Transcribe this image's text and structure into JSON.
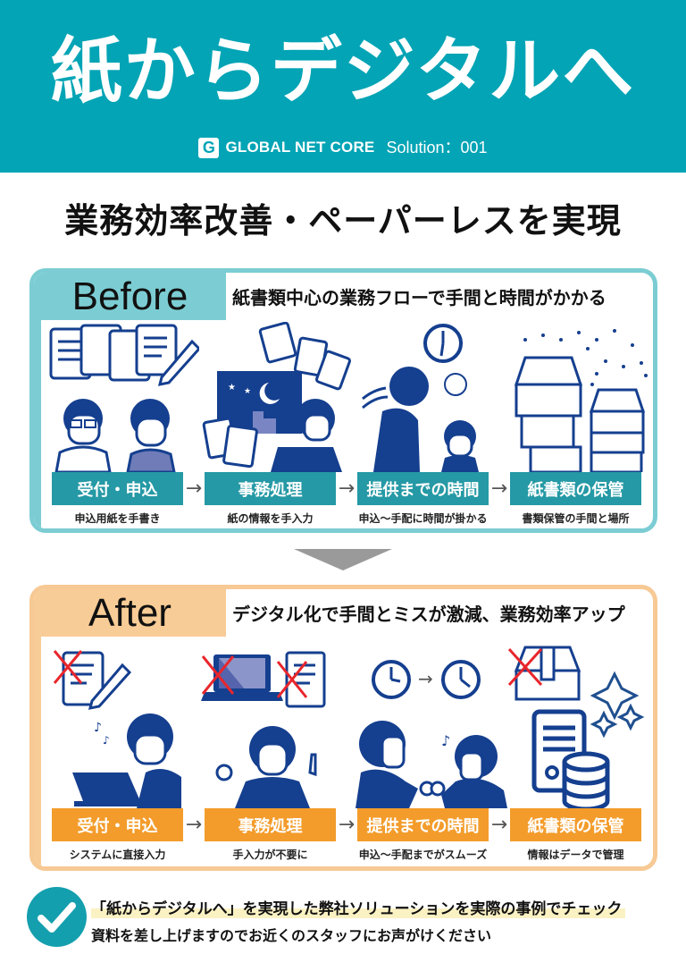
{
  "header": {
    "title": "紙からデジタルへ",
    "logo_letter": "G",
    "brand_name": "GLOBAL NET CORE",
    "solution_label": "Solution：001",
    "background_color": "#02a4b5"
  },
  "subtitle": "業務効率改善・ペーパーレスを実現",
  "before": {
    "tab_label": "Before",
    "tagline": "紙書類中心の業務フローで手間と時間がかかる",
    "accent_color": "#7ccdd3",
    "step_color": "#2599a5",
    "steps": [
      {
        "label": "受付・申込",
        "description": "申込用紙を手書き",
        "illustration": "paper-forms-and-confused-customer-icon"
      },
      {
        "label": "事務処理",
        "description": "紙の情報を手入力",
        "illustration": "overtime-night-clerical-work-icon"
      },
      {
        "label": "提供までの時間",
        "description": "申込～手配に時間が掛かる",
        "illustration": "waiting-clock-apology-icon"
      },
      {
        "label": "紙書類の保管",
        "description": "書類保管の手間と場所",
        "illustration": "stacked-document-boxes-icon"
      }
    ],
    "arrow": "→"
  },
  "after": {
    "tab_label": "After",
    "tagline": "デジタル化で手間とミスが激減、業務効率アップ",
    "accent_color": "#f8cc96",
    "step_color": "#f39c2b",
    "steps": [
      {
        "label": "受付・申込",
        "description": "システムに直接入力",
        "illustration": "happy-laptop-input-icon"
      },
      {
        "label": "事務処理",
        "description": "手入力が不要に",
        "illustration": "no-manual-entry-icon"
      },
      {
        "label": "提供までの時間",
        "description": "申込～手配までがスムーズ",
        "illustration": "quick-handshake-clock-icon"
      },
      {
        "label": "紙書類の保管",
        "description": "情報はデータで管理",
        "illustration": "database-storage-icon"
      }
    ],
    "arrow": "→"
  },
  "footer": {
    "line1": "「紙からデジタルへ」を実現した弊社ソリューションを実際の事例でチェック",
    "line2": "資料を差し上げますのでお近くのスタッフにお声がけください"
  }
}
